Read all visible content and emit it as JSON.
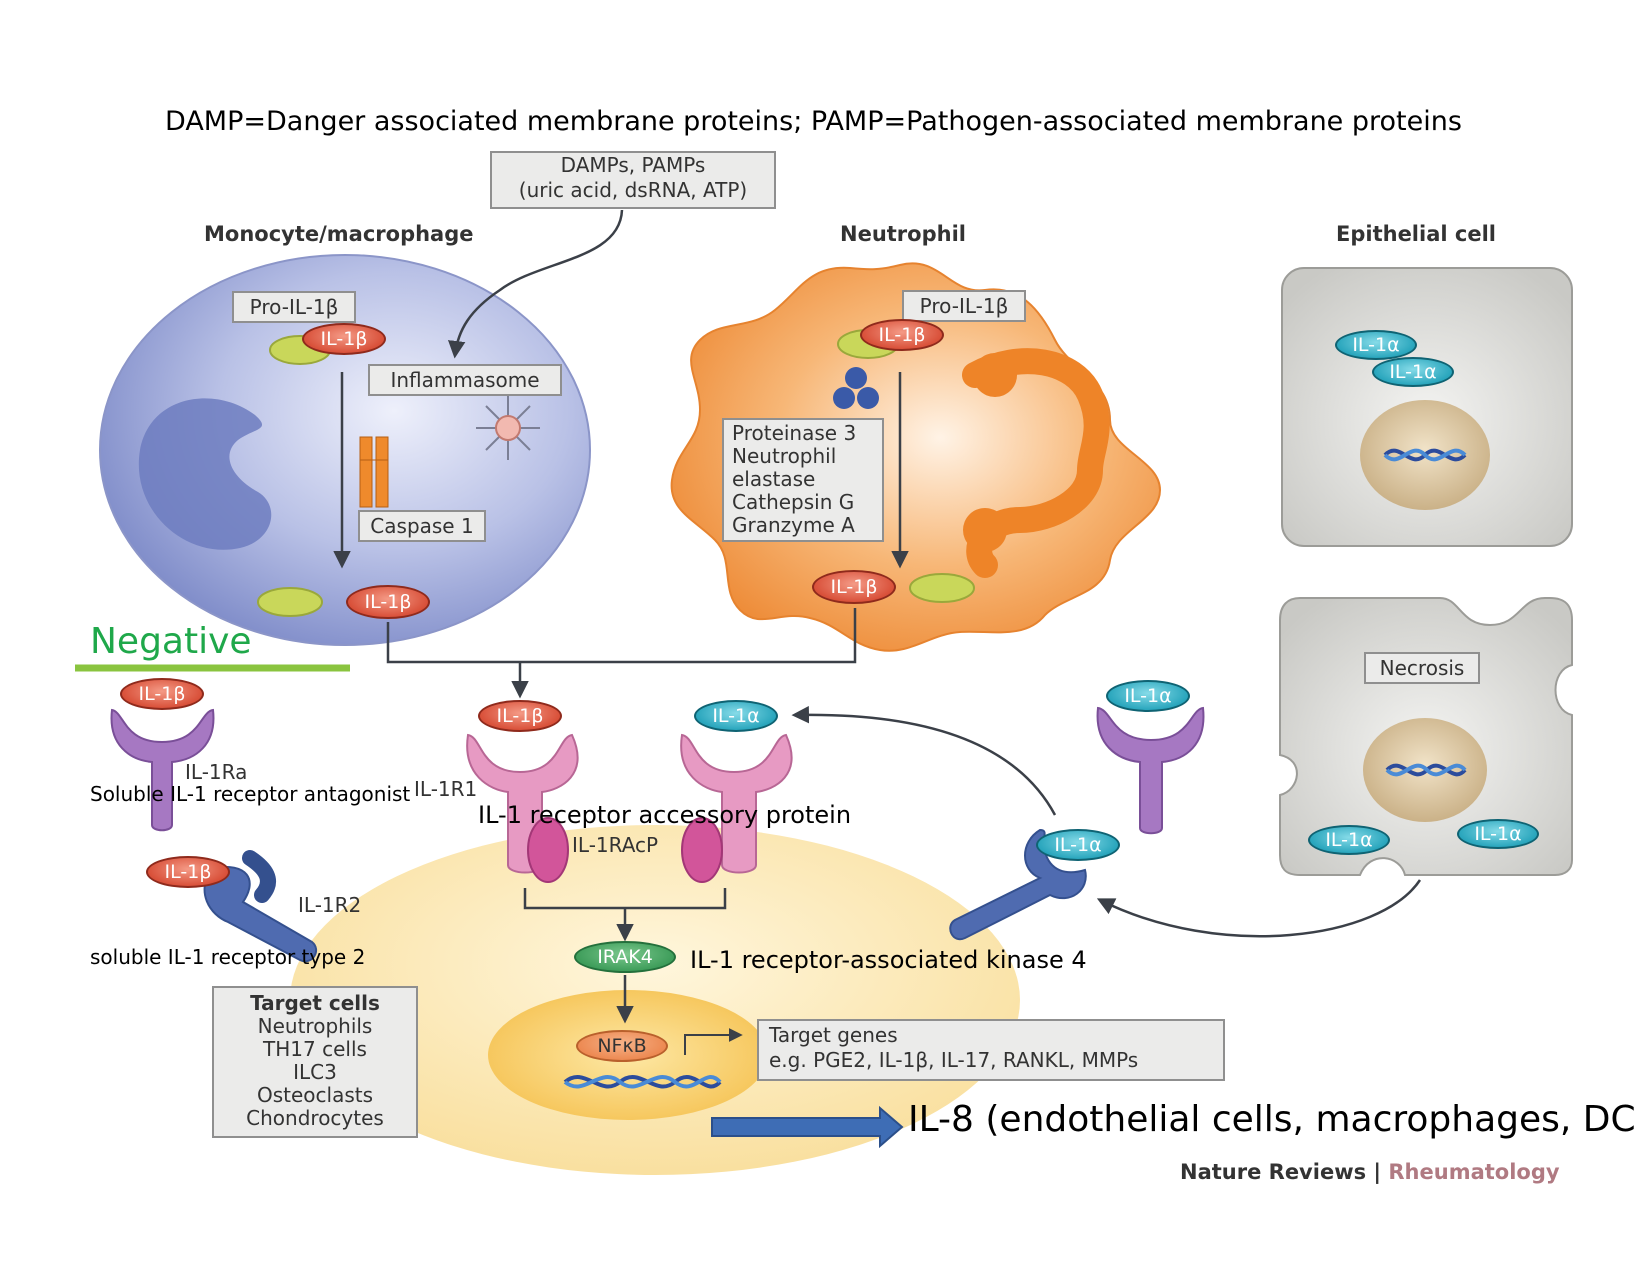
{
  "header_note": "DAMP=Danger associated membrane proteins; PAMP=Pathogen-associated membrane proteins",
  "damps_box": {
    "line1": "DAMPs, PAMPs",
    "line2": "(uric acid, dsRNA, ATP)"
  },
  "cells": {
    "monocyte": {
      "title": "Monocyte/macrophage",
      "pro_label": "Pro-IL-1β",
      "inflammasome": "Inflammasome",
      "caspase": "Caspase 1",
      "il1b": "IL-1β"
    },
    "neutrophil": {
      "title": "Neutrophil",
      "pro_label": "Pro-IL-1β",
      "il1b": "IL-1β",
      "proteases": [
        "Proteinase 3",
        "Neutrophil",
        "elastase",
        "Cathepsin G",
        "Granzyme A"
      ]
    },
    "epithelial": {
      "title": "Epithelial cell",
      "il1a": "IL-1α"
    },
    "necrosis": {
      "label": "Necrosis",
      "il1a": "IL-1α"
    }
  },
  "receptors": {
    "il1ra": "IL-1Ra",
    "il1r1": "IL-1R1",
    "il1racp": "IL-1RAcP",
    "il1r2": "IL-1R2",
    "irak4": "IRAK4",
    "nfkb": "NFκB",
    "il1b": "IL-1β",
    "il1a": "IL-1α"
  },
  "annotations": {
    "negative": "Negative",
    "il1ra_full": "Soluble IL-1 receptor antagonist",
    "accessory": "IL-1 receptor accessory protein",
    "il1r2_full": "soluble IL-1 receptor type 2",
    "irak4_full": "IL-1 receptor-associated kinase 4",
    "il8": "IL-8 (endothelial cells, macrophages, DC"
  },
  "target_cells": {
    "title": "Target cells",
    "items": [
      "Neutrophils",
      "TH17 cells",
      "ILC3",
      "Osteoclasts",
      "Chondrocytes"
    ]
  },
  "target_genes": {
    "line1": "Target genes",
    "line2": "e.g. PGE2, IL-1β, IL-17, RANKL, MMPs"
  },
  "credit": {
    "journal": "Nature Reviews",
    "separator": "|",
    "section": "Rheumatology"
  },
  "colors": {
    "negative_green": "#1fa84a",
    "il1b_red": "#d9513a",
    "il1a_teal": "#2aa6bd",
    "arrow_blue": "#3e6db5"
  }
}
